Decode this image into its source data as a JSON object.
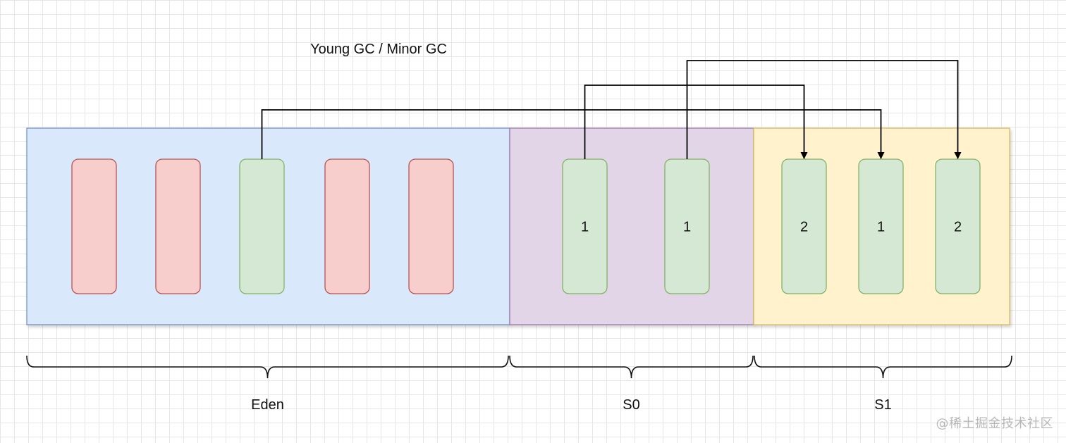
{
  "title": "Young GC / Minor GC",
  "regions": [
    {
      "id": "eden",
      "label": "Eden",
      "fill": "#dae8fc",
      "stroke": "#6c8ebf"
    },
    {
      "id": "s0",
      "label": "S0",
      "fill": "#e1d5e7",
      "stroke": "#9673a6"
    },
    {
      "id": "s1",
      "label": "S1",
      "fill": "#fff2cc",
      "stroke": "#d6b656"
    }
  ],
  "objects": [
    {
      "region": "eden",
      "status": "garbage",
      "age": ""
    },
    {
      "region": "eden",
      "status": "garbage",
      "age": ""
    },
    {
      "region": "eden",
      "status": "alive",
      "age": ""
    },
    {
      "region": "eden",
      "status": "garbage",
      "age": ""
    },
    {
      "region": "eden",
      "status": "garbage",
      "age": ""
    },
    {
      "region": "s0",
      "status": "alive",
      "age": "1"
    },
    {
      "region": "s0",
      "status": "alive",
      "age": "1"
    },
    {
      "region": "s1",
      "status": "alive",
      "age": "2"
    },
    {
      "region": "s1",
      "status": "alive",
      "age": "1"
    },
    {
      "region": "s1",
      "status": "alive",
      "age": "2"
    }
  ],
  "arrows": [
    {
      "from": 2,
      "to": 8
    },
    {
      "from": 5,
      "to": 7
    },
    {
      "from": 6,
      "to": 9
    }
  ],
  "colors": {
    "garbage_fill": "#f8cecc",
    "garbage_stroke": "#b85450",
    "alive_fill": "#d5e8d4",
    "alive_stroke": "#82b366",
    "arrow": "#000000"
  },
  "watermark": "@稀土掘金技术社区"
}
